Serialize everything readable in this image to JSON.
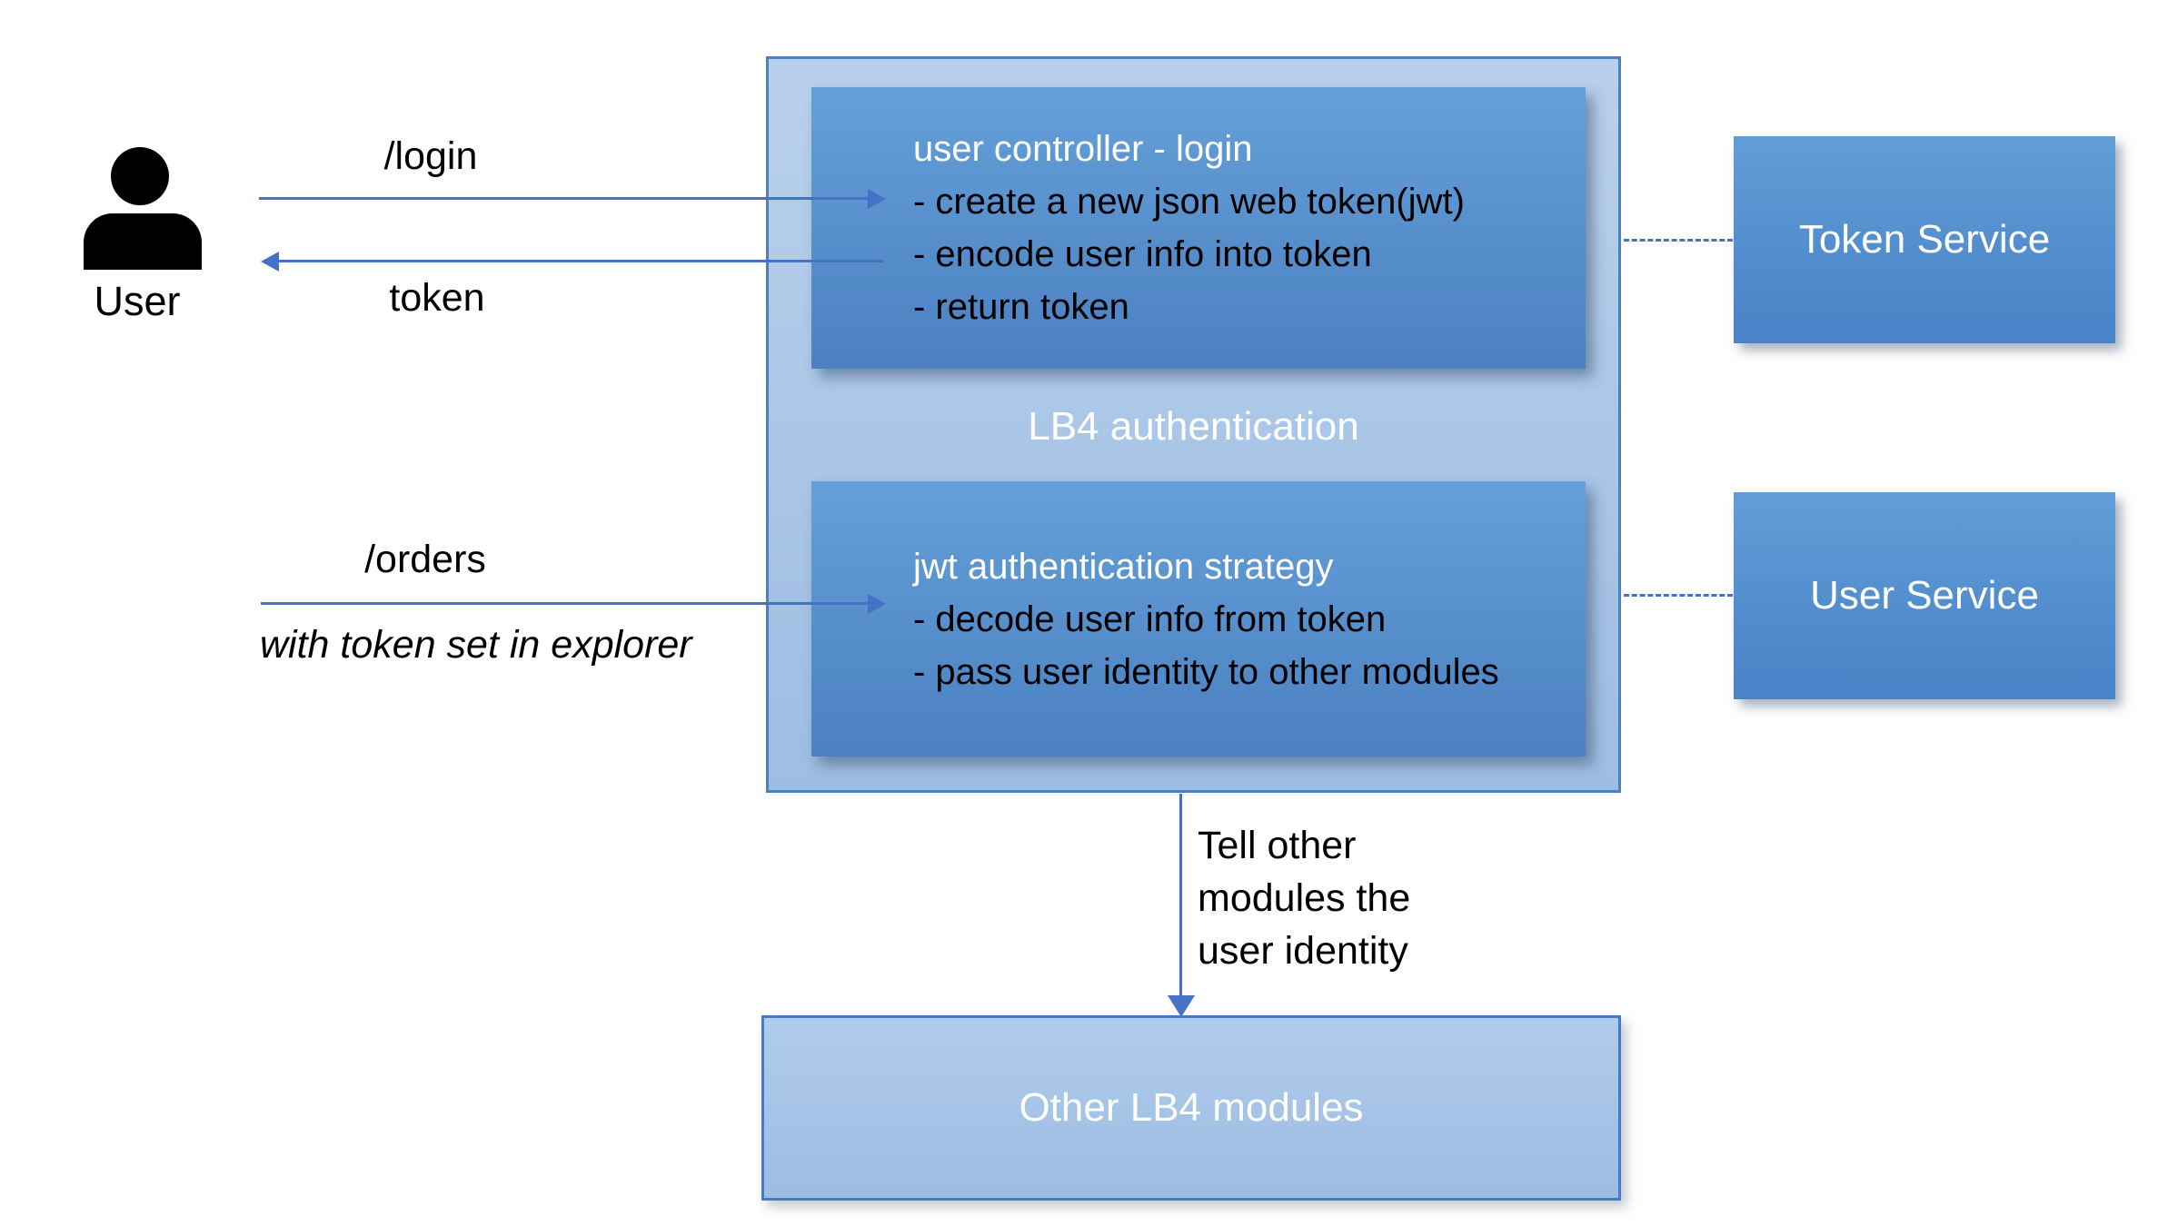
{
  "diagram": {
    "actor": {
      "label": "User"
    },
    "flows": {
      "login_label": "/login",
      "token_label": "token",
      "orders_label": "/orders",
      "orders_note": "with token set in explorer",
      "tell_note_lines": [
        "Tell other",
        "modules the",
        "user identity"
      ]
    },
    "lb4_container": {
      "title": "LB4 authentication",
      "boxes": [
        {
          "title": "user controller - login",
          "bullets": [
            "- create a new json web token(jwt)",
            "- encode user info into token",
            "- return token"
          ]
        },
        {
          "title": "jwt authentication strategy",
          "bullets": [
            "- decode user info from token",
            "- pass user identity to other modules"
          ]
        }
      ]
    },
    "services": [
      {
        "label": "Token Service"
      },
      {
        "label": "User Service"
      }
    ],
    "other_modules_box": {
      "label": "Other LB4 modules"
    },
    "colors": {
      "arrow_blue": "#4472C4",
      "inner_box_top": "#64A0D9",
      "inner_box_bottom": "#4B80C1",
      "container_top": "#B9D0EB",
      "container_bottom": "#9DBDE2",
      "container_border": "#4E80C0",
      "text_dark": "#000000",
      "text_light": "#FFFFFF"
    }
  }
}
